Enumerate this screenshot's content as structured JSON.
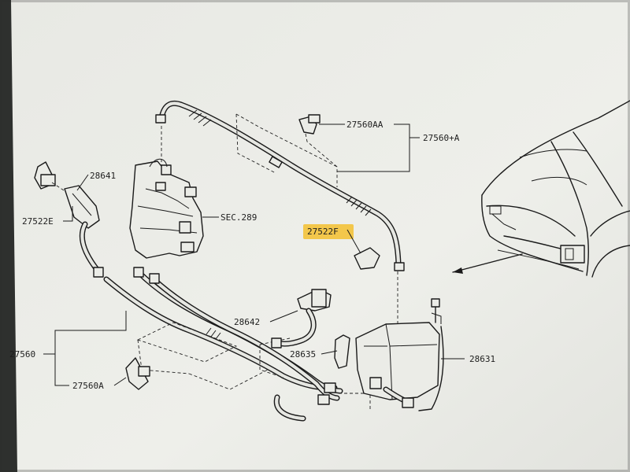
{
  "labels": {
    "p27560AA": "27560AA",
    "p27560A_plus": "27560+A",
    "p28641": "28641",
    "p27522E": "27522E",
    "sec289": "SEC.289",
    "p27522F": "27522F",
    "p28642": "28642",
    "p27560": "27560",
    "p28635": "28635",
    "p28631": "28631",
    "p27560A": "27560A"
  },
  "colors": {
    "paper": "#ecede8",
    "ink": "#1a1a1a",
    "highlight": "#f3c23a"
  }
}
